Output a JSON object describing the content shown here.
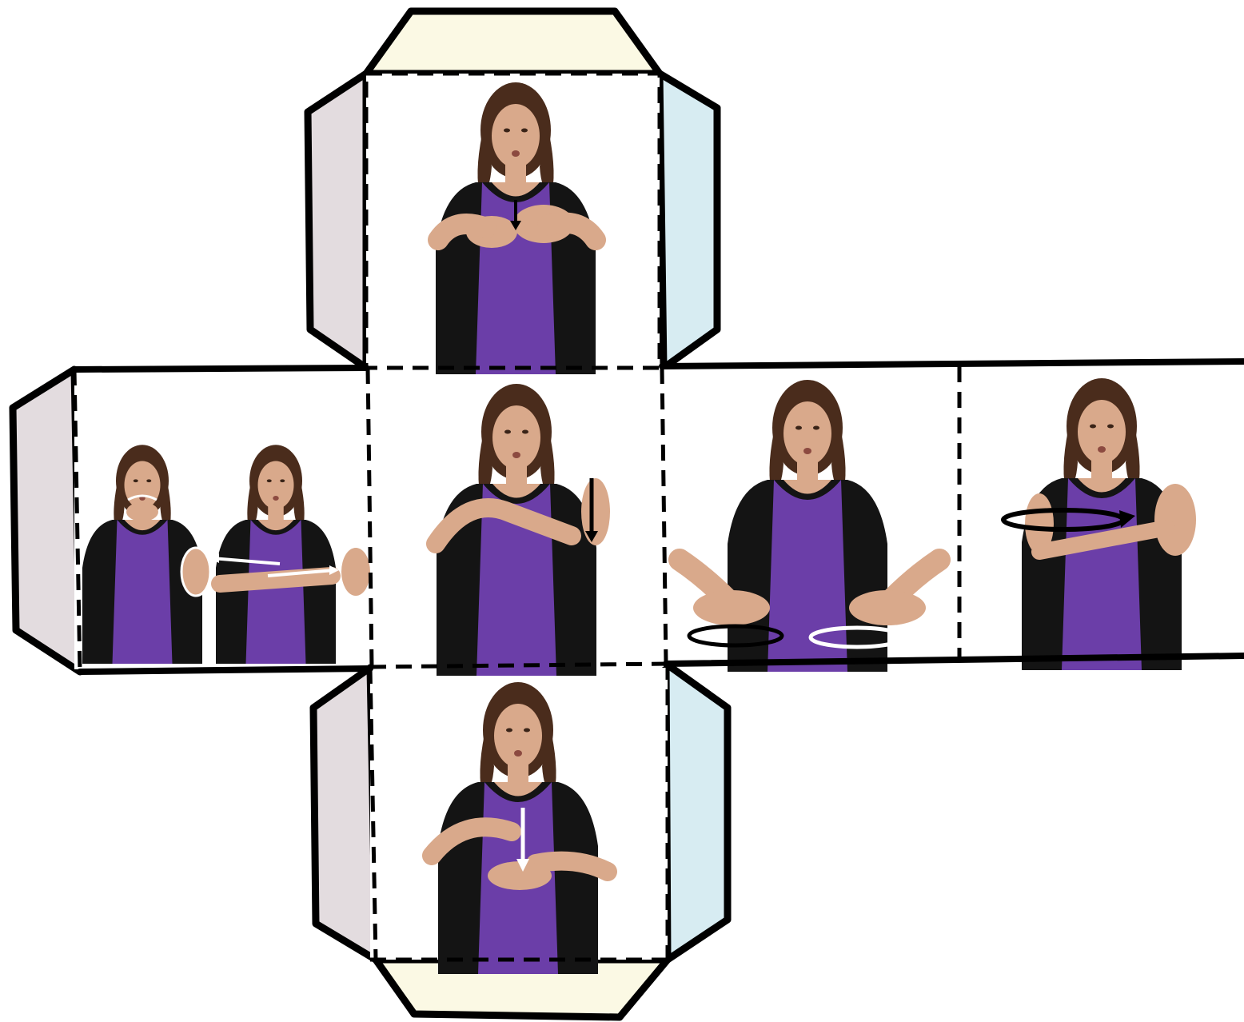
{
  "colors": {
    "background": "#ffffff",
    "outline": "#000000",
    "tab_yellow": "#fbf9e4",
    "tab_blue": "#d7ecf2",
    "tab_grey": "#e3dcdf",
    "skin": "#d9a98b",
    "hair": "#4a2c1c",
    "cardigan": "#141414",
    "top": "#6b3ea8",
    "arrow_dark": "#000000",
    "arrow_light": "#ffffff"
  },
  "diagram": {
    "type": "cube-net",
    "faces": [
      {
        "id": "top",
        "content": "signer-photo",
        "gesture": "hands-together-arrow-down"
      },
      {
        "id": "left",
        "content": "signer-photo-double",
        "gesture": "hand-over-mouth-then-crossed-arms"
      },
      {
        "id": "center",
        "content": "signer-photo",
        "gesture": "pointing-palm-arrow-down"
      },
      {
        "id": "right",
        "content": "signer-photo",
        "gesture": "palms-down-circling"
      },
      {
        "id": "far-right",
        "content": "signer-photo",
        "gesture": "finger-to-palm-circle-arrow"
      },
      {
        "id": "bottom",
        "content": "signer-photo",
        "gesture": "finger-tap-arrow-down"
      }
    ],
    "tabs": [
      {
        "id": "tab-top",
        "color": "tab_yellow"
      },
      {
        "id": "tab-top-left",
        "color": "tab_grey"
      },
      {
        "id": "tab-top-right",
        "color": "tab_blue"
      },
      {
        "id": "tab-left",
        "color": "tab_grey"
      },
      {
        "id": "tab-bottom-left",
        "color": "tab_grey"
      },
      {
        "id": "tab-bottom-right",
        "color": "tab_blue"
      },
      {
        "id": "tab-bottom",
        "color": "tab_yellow"
      }
    ]
  }
}
